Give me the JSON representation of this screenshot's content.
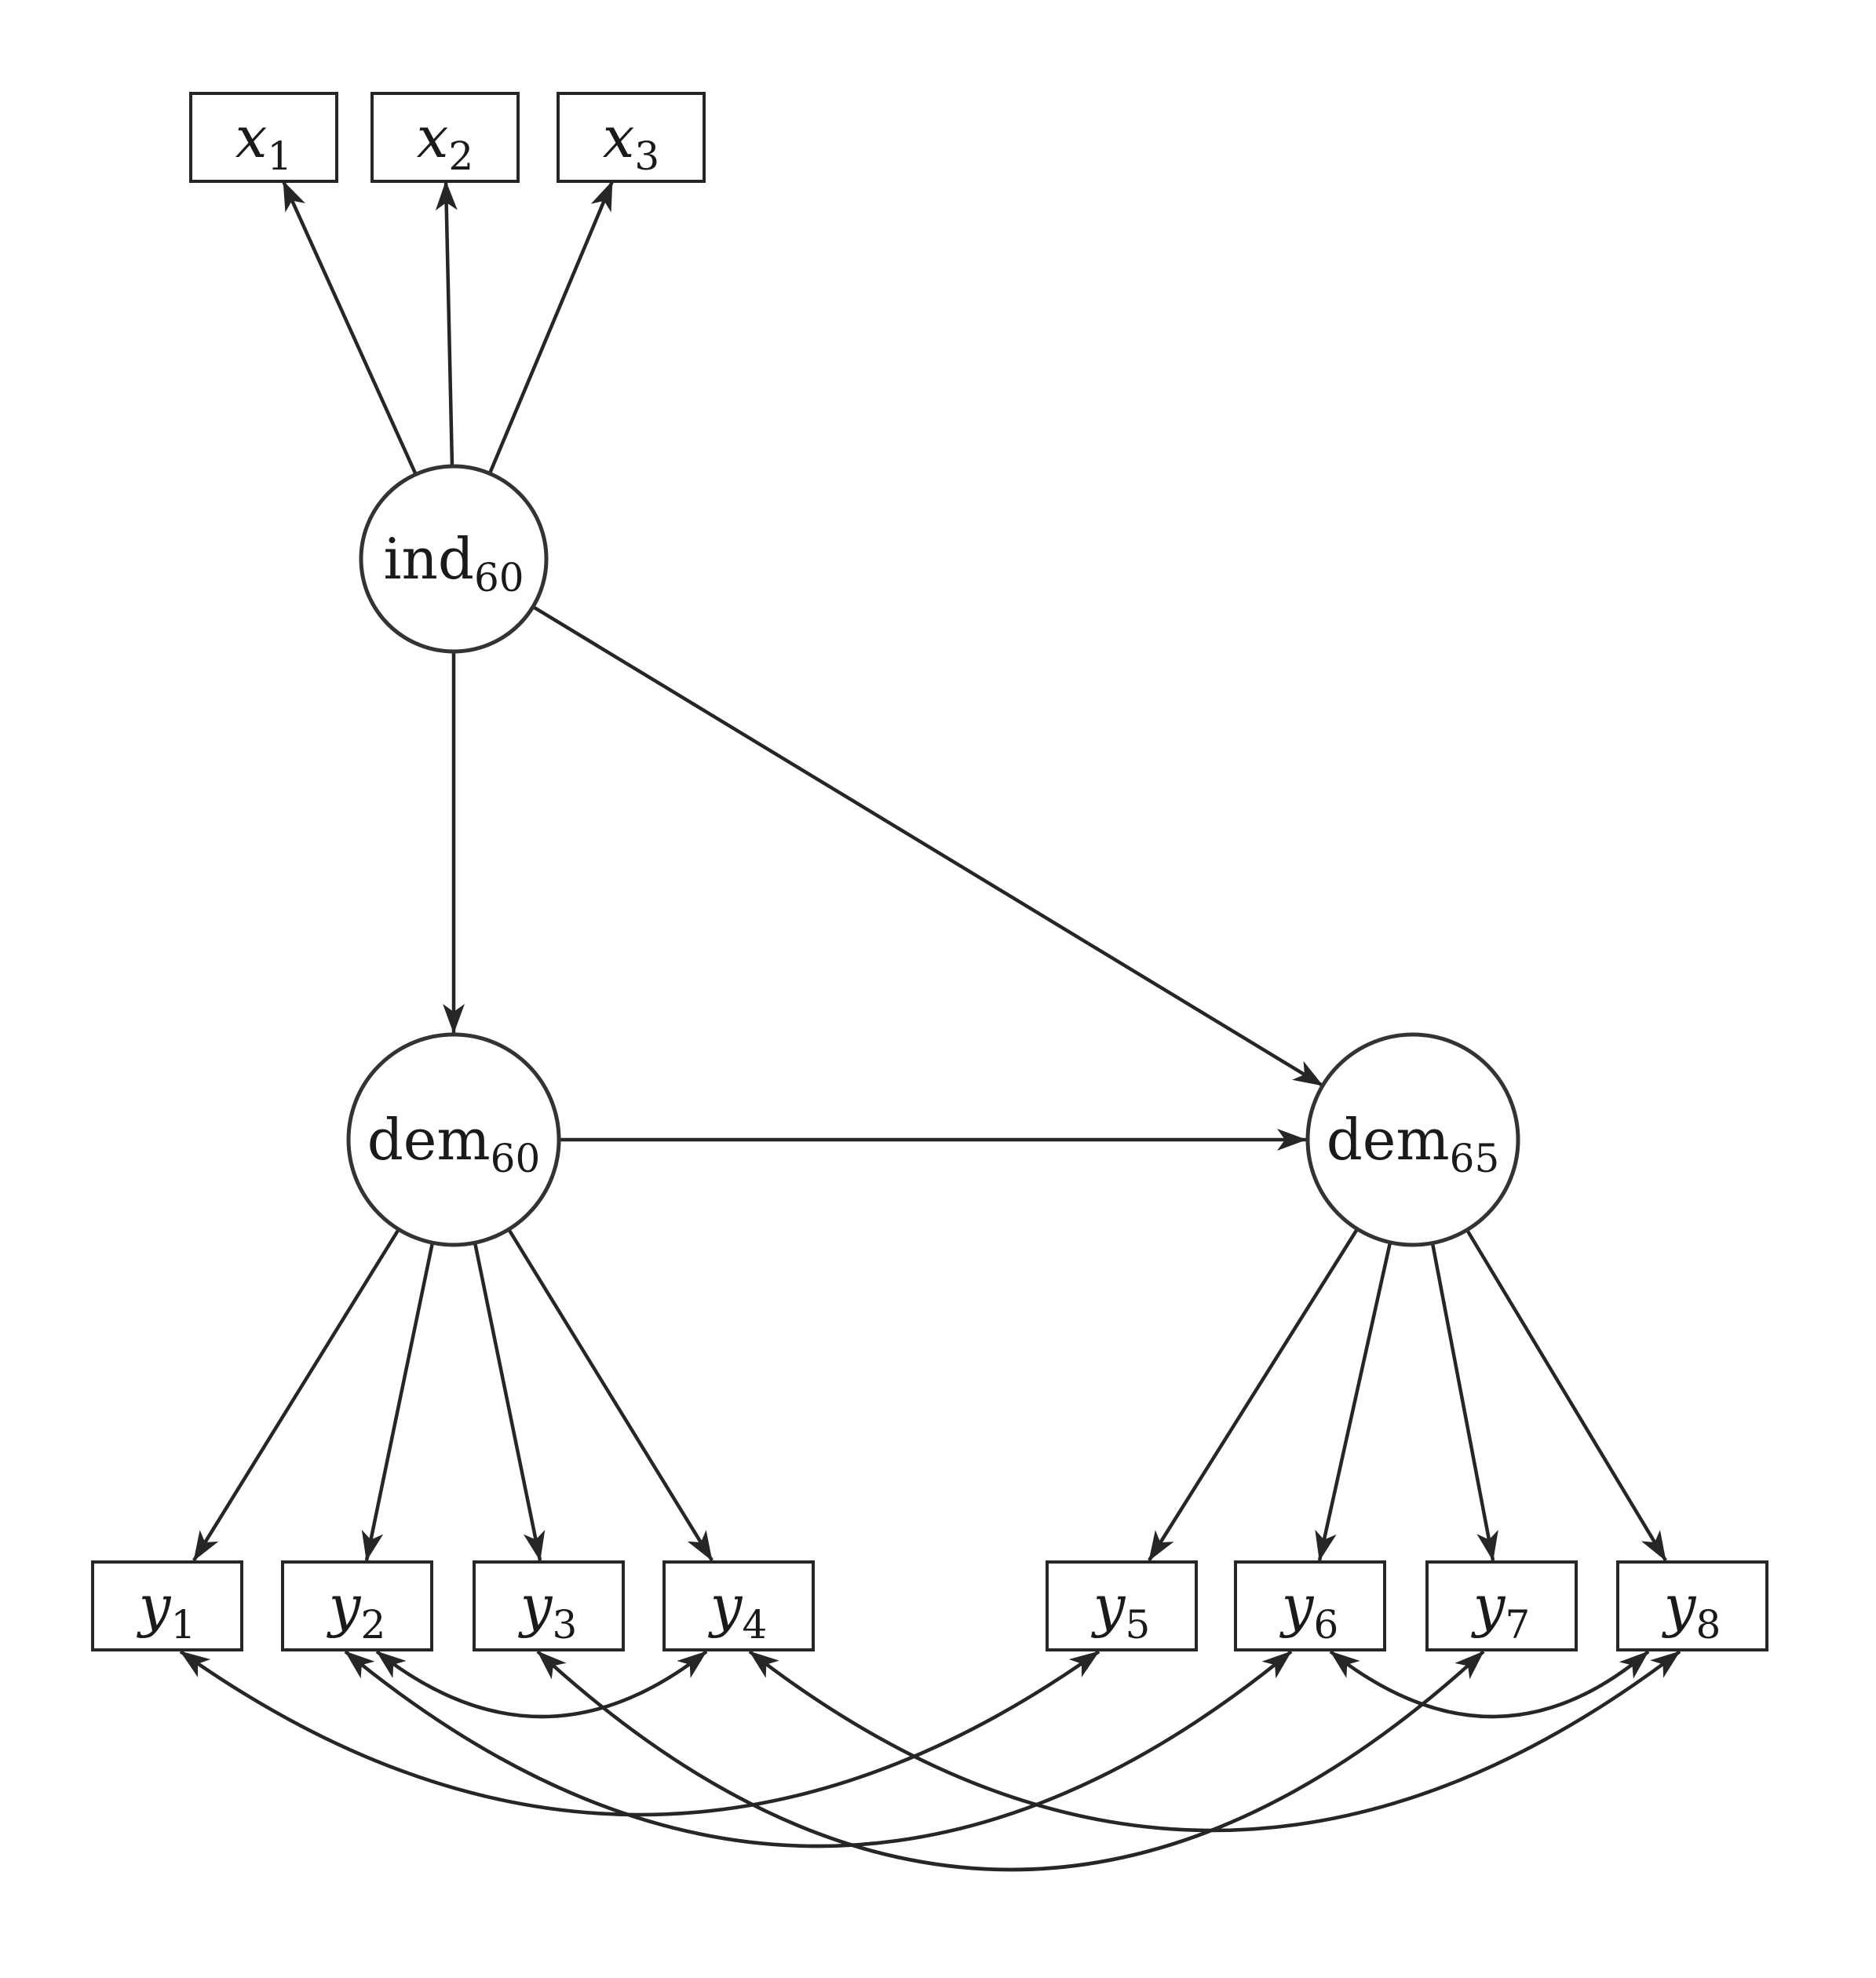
{
  "diagram": {
    "type": "structural-equation-model-path-diagram",
    "background": "#ffffff",
    "line_color": "#262626",
    "nodes": {
      "x1": {
        "base": "x",
        "sub": "1",
        "shape": "rectangle"
      },
      "x2": {
        "base": "x",
        "sub": "2",
        "shape": "rectangle"
      },
      "x3": {
        "base": "x",
        "sub": "3",
        "shape": "rectangle"
      },
      "ind60": {
        "base": "ind",
        "sub": "60",
        "shape": "circle"
      },
      "dem60": {
        "base": "dem",
        "sub": "60",
        "shape": "circle"
      },
      "dem65": {
        "base": "dem",
        "sub": "65",
        "shape": "circle"
      },
      "y1": {
        "base": "y",
        "sub": "1",
        "shape": "rectangle"
      },
      "y2": {
        "base": "y",
        "sub": "2",
        "shape": "rectangle"
      },
      "y3": {
        "base": "y",
        "sub": "3",
        "shape": "rectangle"
      },
      "y4": {
        "base": "y",
        "sub": "4",
        "shape": "rectangle"
      },
      "y5": {
        "base": "y",
        "sub": "5",
        "shape": "rectangle"
      },
      "y6": {
        "base": "y",
        "sub": "6",
        "shape": "rectangle"
      },
      "y7": {
        "base": "y",
        "sub": "7",
        "shape": "rectangle"
      },
      "y8": {
        "base": "y",
        "sub": "8",
        "shape": "rectangle"
      }
    },
    "edges": {
      "directed": [
        {
          "from": "ind60",
          "to": "x1"
        },
        {
          "from": "ind60",
          "to": "x2"
        },
        {
          "from": "ind60",
          "to": "x3"
        },
        {
          "from": "ind60",
          "to": "dem60"
        },
        {
          "from": "ind60",
          "to": "dem65"
        },
        {
          "from": "dem60",
          "to": "dem65"
        },
        {
          "from": "dem60",
          "to": "y1"
        },
        {
          "from": "dem60",
          "to": "y2"
        },
        {
          "from": "dem60",
          "to": "y3"
        },
        {
          "from": "dem60",
          "to": "y4"
        },
        {
          "from": "dem65",
          "to": "y5"
        },
        {
          "from": "dem65",
          "to": "y6"
        },
        {
          "from": "dem65",
          "to": "y7"
        },
        {
          "from": "dem65",
          "to": "y8"
        }
      ],
      "bidirectional": [
        {
          "a": "y2",
          "b": "y4"
        },
        {
          "a": "y6",
          "b": "y8"
        },
        {
          "a": "y1",
          "b": "y5"
        },
        {
          "a": "y2",
          "b": "y6"
        },
        {
          "a": "y3",
          "b": "y7"
        },
        {
          "a": "y4",
          "b": "y8"
        }
      ]
    }
  }
}
